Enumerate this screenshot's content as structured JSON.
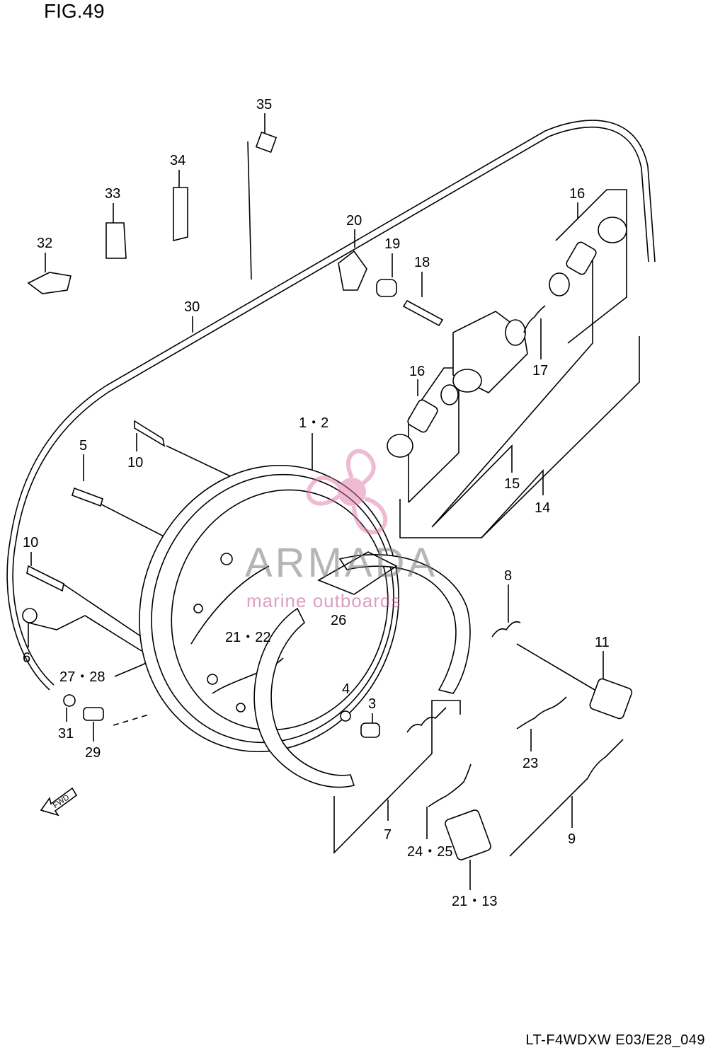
{
  "figure_title": "FIG.49",
  "footer_code": "LT-F4WDXW E03/E28_049",
  "watermark": {
    "brand": "ARMADA",
    "tagline": "marine outboards"
  },
  "fwd_label": "FWD",
  "callouts": {
    "c35": "35",
    "c34": "34",
    "c33": "33",
    "c32": "32",
    "c30": "30",
    "c20": "20",
    "c19": "19",
    "c18": "18",
    "c16a": "16",
    "c16b": "16",
    "c17": "17",
    "c15": "15",
    "c14": "14",
    "c12": "1・2",
    "c5": "5",
    "c10a": "10",
    "c10b": "10",
    "c6": "6",
    "c2122": "21・22",
    "c2728": "27・28",
    "c26": "26",
    "c8": "8",
    "c11": "11",
    "c4": "4",
    "c3": "3",
    "c31": "31",
    "c29": "29",
    "c23": "23",
    "c7": "7",
    "c2425": "24・25",
    "c9": "9",
    "c2113": "21・13"
  }
}
